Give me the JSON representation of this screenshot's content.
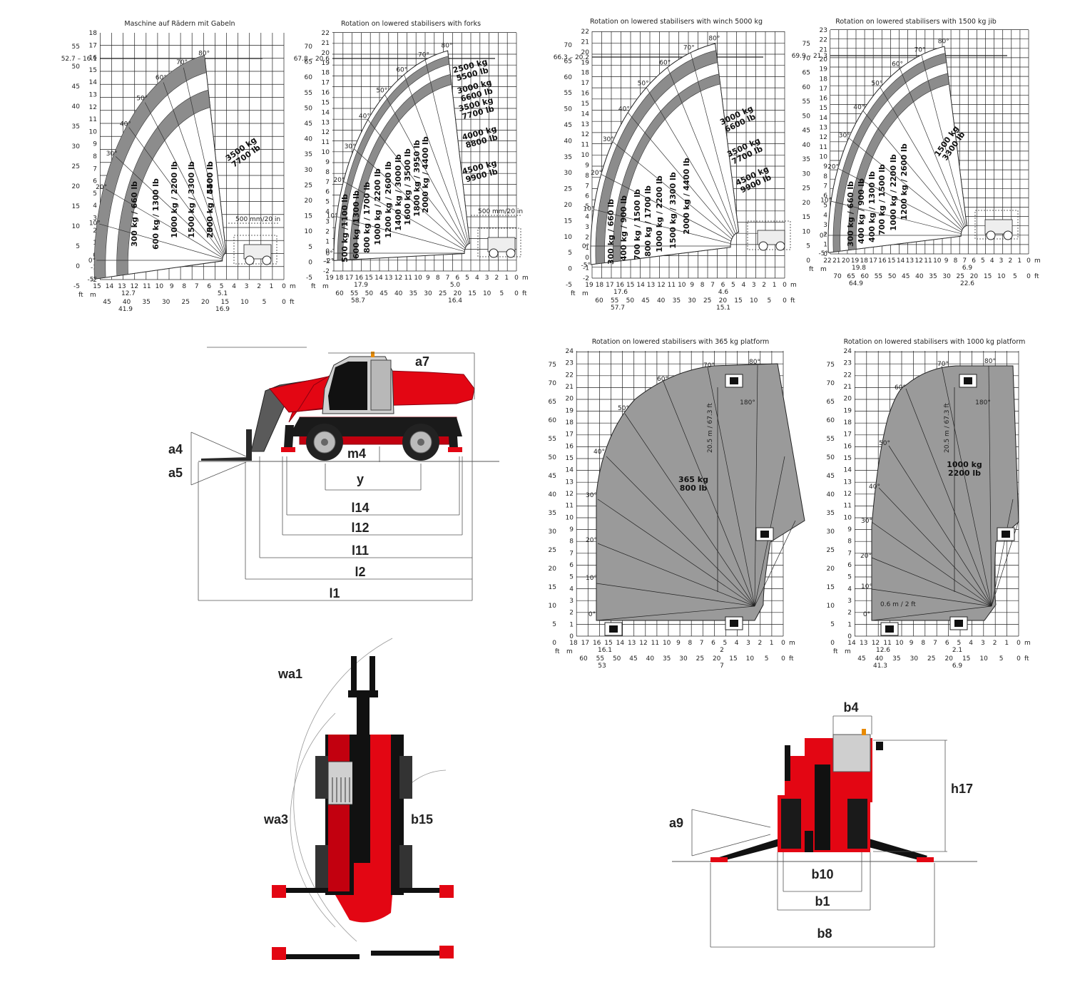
{
  "colors": {
    "grid": "#222222",
    "band_gray": "#8c8c8c",
    "envelope_gray": "#9a9a9a",
    "machine_red": "#e30613",
    "machine_dark_red": "#a0000b",
    "machine_black": "#111111",
    "cab_gray": "#d0d0d0"
  },
  "charts": [
    {
      "id": "wheels-forks",
      "title": "Maschine auf Rädern mit Gabeln",
      "angles": [
        "-5°",
        "0°",
        "10°",
        "20°",
        "30°",
        "40°",
        "50°",
        "60°",
        "70°",
        "80°"
      ],
      "loads": [
        "300 kg / 660 lb",
        "600 kg / 1300 lb",
        "1000 kg / 2200 lb",
        "1500 kg / 3300 lb",
        "2000 kg / 4400 lb",
        "2500 kg / 5500 lb",
        "3500 kg\n7700 lb"
      ],
      "y_m_ticks": [
        "18",
        "17",
        "16",
        "15",
        "14",
        "13",
        "12",
        "11",
        "10",
        "9",
        "8",
        "7",
        "6",
        "5",
        "4",
        "3",
        "2",
        "1",
        "0",
        "-1",
        "-2"
      ],
      "y_ft_ticks": [
        "55",
        "50",
        "45",
        "40",
        "35",
        "30",
        "25",
        "20",
        "15",
        "10",
        "5",
        "0",
        "-5"
      ],
      "y_mark": "52.7 – 16.1",
      "x_m_ticks": [
        "15",
        "14",
        "13",
        "12",
        "11",
        "10",
        "9",
        "8",
        "7",
        "6",
        "5",
        "4",
        "3",
        "2",
        "1",
        "0"
      ],
      "x_ft_ticks": [
        "45",
        "40",
        "35",
        "30",
        "25",
        "20",
        "15",
        "10",
        "5",
        "0"
      ],
      "x_marks": [
        "12.7",
        "41.9",
        "5.1",
        "16.9"
      ],
      "unit_m": "m",
      "unit_ft": "ft",
      "note": "500 mm/20 in"
    },
    {
      "id": "rotation-forks",
      "title": "Rotation on lowered stabilisers with forks",
      "angles": [
        "-2°",
        "0°",
        "10°",
        "20°",
        "30°",
        "40°",
        "50°",
        "60°",
        "70°",
        "80°"
      ],
      "loads": [
        "500 kg /1100 lb",
        "600 kg /1300 lb",
        "800 kg / 1700 lb",
        "1000 kg / 2200 lb",
        "1200 kg / 2600 lb",
        "1400 kg / 3000 lb",
        "1600 kg / 3500 lb",
        "1800 kg / 3950 lb",
        "2000 kg / 4400 lb"
      ],
      "loads_right": [
        "2500 kg\n5500 lb",
        "3000 kg\n6600 lb",
        "3500 kg\n7700 lb",
        "4000 kg\n8800 lb",
        "4500 kg\n9900 lb"
      ],
      "y_m_ticks": [
        "22",
        "21",
        "20",
        "19",
        "18",
        "17",
        "16",
        "15",
        "14",
        "13",
        "12",
        "11",
        "10",
        "9",
        "8",
        "7",
        "6",
        "5",
        "4",
        "3",
        "2",
        "1",
        "0",
        "-1",
        "-2"
      ],
      "y_ft_ticks": [
        "70",
        "65",
        "60",
        "55",
        "50",
        "45",
        "40",
        "35",
        "30",
        "25",
        "20",
        "15",
        "10",
        "5",
        "0",
        "-5"
      ],
      "y_mark": "67.8 – 20.6",
      "x_m_ticks": [
        "19",
        "18",
        "17",
        "16",
        "15",
        "14",
        "13",
        "12",
        "11",
        "10",
        "9",
        "8",
        "7",
        "6",
        "5",
        "4",
        "3",
        "2",
        "1",
        "0"
      ],
      "x_ft_ticks": [
        "60",
        "55",
        "50",
        "45",
        "40",
        "35",
        "30",
        "25",
        "20",
        "15",
        "10",
        "5",
        "0"
      ],
      "x_marks": [
        "17.9",
        "58.7",
        "5.0",
        "16.4"
      ],
      "unit_m": "m",
      "unit_ft": "ft",
      "note": "500 mm/20 in"
    },
    {
      "id": "rotation-winch",
      "title": "Rotation on lowered stabilisers with winch 5000 kg",
      "angles": [
        "-5°",
        "0°",
        "10°",
        "20°",
        "30°",
        "40°",
        "50°",
        "60°",
        "70°",
        "80°"
      ],
      "loads": [
        "300 kg / 660 lb",
        "400 kg / 900 lb",
        "700 kg / 1500 lb",
        "800 kg / 1700 lb",
        "1000 kg / 2200 lb",
        "1500 kg / 3300 lb",
        "2000 kg / 4400 lb"
      ],
      "loads_right": [
        "3000 kg\n6600 lb",
        "3500 kg\n7700 lb",
        "4500 kg\n9900 lb"
      ],
      "y_m_ticks": [
        "22",
        "21",
        "20",
        "19",
        "18",
        "17",
        "16",
        "15",
        "14",
        "13",
        "12",
        "11",
        "10",
        "9",
        "8",
        "7",
        "6",
        "5",
        "4",
        "3",
        "2",
        "1",
        "0",
        "-1",
        "-2"
      ],
      "y_ft_ticks": [
        "70",
        "65",
        "60",
        "55",
        "50",
        "45",
        "40",
        "35",
        "30",
        "25",
        "20",
        "15",
        "10",
        "5",
        "0",
        "-5"
      ],
      "y_mark": "66.3 – 20.2",
      "x_m_ticks": [
        "19",
        "18",
        "17",
        "16",
        "15",
        "14",
        "13",
        "12",
        "11",
        "10",
        "9",
        "8",
        "7",
        "6",
        "5",
        "4",
        "3",
        "2",
        "1",
        "0"
      ],
      "x_ft_ticks": [
        "60",
        "55",
        "50",
        "45",
        "40",
        "35",
        "30",
        "25",
        "20",
        "15",
        "10",
        "5",
        "0"
      ],
      "x_marks": [
        "17.6",
        "57.7",
        "4.6",
        "15.1"
      ],
      "unit_m": "m",
      "unit_ft": "ft"
    },
    {
      "id": "rotation-jib",
      "title": "Rotation on lowered stabilisers with 1500 kg jib",
      "angles": [
        "-5°",
        "0°",
        "10°",
        "20°",
        "30°",
        "40°",
        "50°",
        "60°",
        "70°",
        "80°"
      ],
      "loads": [
        "300 kg / 660 lb",
        "400 kg / 900 lb",
        "400 kg / 1300 lb",
        "700 kg / 1500 lb",
        "1000 kg / 2200 lb",
        "1200 kg / 2600 lb"
      ],
      "loads_right": [
        "1500 kg\n3300 lb"
      ],
      "y_m_ticks": [
        "23",
        "22",
        "21",
        "20",
        "19",
        "18",
        "17",
        "16",
        "15",
        "14",
        "13",
        "12",
        "11",
        "10",
        "9",
        "8",
        "7",
        "6",
        "5",
        "4",
        "3",
        "2",
        "1",
        "0"
      ],
      "y_ft_ticks": [
        "75",
        "70",
        "65",
        "60",
        "55",
        "50",
        "45",
        "40",
        "35",
        "30",
        "25",
        "20",
        "15",
        "10",
        "5",
        "0"
      ],
      "y_mark": "69.9 – 21.3",
      "x_m_ticks": [
        "22",
        "21",
        "20",
        "19",
        "18",
        "17",
        "16",
        "15",
        "14",
        "13",
        "12",
        "11",
        "10",
        "9",
        "8",
        "7",
        "6",
        "5",
        "4",
        "3",
        "2",
        "1",
        "0"
      ],
      "x_ft_ticks": [
        "70",
        "65",
        "60",
        "55",
        "50",
        "45",
        "40",
        "35",
        "30",
        "25",
        "20",
        "15",
        "10",
        "5",
        "0"
      ],
      "x_marks": [
        "19.8",
        "64.9",
        "6.9",
        "22.6"
      ],
      "unit_m": "m",
      "unit_ft": "ft"
    },
    {
      "id": "platform-365",
      "title": "Rotation on lowered stabilisers with 365 kg platform",
      "angles": [
        "0°",
        "10°",
        "20°",
        "30°",
        "40°",
        "50°",
        "60°",
        "70°",
        "80°",
        "180°"
      ],
      "loads": [
        "365 kg\n800 lb"
      ],
      "height_note": "20.5 m / 67.3 ft",
      "y_m_ticks": [
        "24",
        "23",
        "22",
        "21",
        "20",
        "19",
        "18",
        "17",
        "16",
        "15",
        "14",
        "13",
        "12",
        "11",
        "10",
        "9",
        "8",
        "7",
        "6",
        "5",
        "4",
        "3",
        "2",
        "1",
        "0"
      ],
      "y_ft_ticks": [
        "75",
        "70",
        "65",
        "60",
        "55",
        "50",
        "45",
        "40",
        "35",
        "30",
        "25",
        "20",
        "15",
        "10",
        "5",
        "0"
      ],
      "x_m_ticks": [
        "18",
        "17",
        "16",
        "15",
        "14",
        "13",
        "12",
        "11",
        "10",
        "9",
        "8",
        "7",
        "6",
        "5",
        "4",
        "3",
        "2",
        "1",
        "0"
      ],
      "x_ft_ticks": [
        "60",
        "55",
        "50",
        "45",
        "40",
        "35",
        "30",
        "25",
        "20",
        "15",
        "10",
        "5",
        "0"
      ],
      "x_marks": [
        "16.1",
        "53",
        "2",
        "7"
      ],
      "unit_m": "m",
      "unit_ft": "ft"
    },
    {
      "id": "platform-1000",
      "title": "Rotation on lowered stabilisers with 1000 kg platform",
      "angles": [
        "0°",
        "10°",
        "20°",
        "30°",
        "40°",
        "50°",
        "60°",
        "70°",
        "80°",
        "180°"
      ],
      "loads": [
        "1000 kg\n2200 lb"
      ],
      "height_note": "20.5 m / 67.3 ft",
      "offset_note": "0.6 m / 2 ft",
      "y_m_ticks": [
        "24",
        "23",
        "22",
        "21",
        "20",
        "19",
        "18",
        "17",
        "16",
        "15",
        "14",
        "13",
        "12",
        "11",
        "10",
        "9",
        "8",
        "7",
        "6",
        "5",
        "4",
        "3",
        "2",
        "1",
        "0"
      ],
      "y_ft_ticks": [
        "75",
        "70",
        "65",
        "60",
        "55",
        "50",
        "45",
        "40",
        "35",
        "30",
        "25",
        "20",
        "15",
        "10",
        "5",
        "0"
      ],
      "x_m_ticks": [
        "14",
        "13",
        "12",
        "11",
        "10",
        "9",
        "8",
        "7",
        "6",
        "5",
        "4",
        "3",
        "2",
        "1",
        "0"
      ],
      "x_ft_ticks": [
        "45",
        "40",
        "35",
        "30",
        "25",
        "20",
        "15",
        "10",
        "5",
        "0"
      ],
      "x_marks": [
        "12.6",
        "41.3",
        "2.1",
        "6.9"
      ],
      "unit_m": "m",
      "unit_ft": "ft"
    }
  ],
  "dimensions": {
    "side": [
      "a7",
      "a4",
      "a5",
      "m4",
      "y",
      "l14",
      "l12",
      "l11",
      "l2",
      "l1"
    ],
    "top": [
      "wa1",
      "wa3",
      "b15"
    ],
    "front": [
      "b4",
      "h17",
      "a9",
      "b10",
      "b1",
      "b8"
    ]
  }
}
